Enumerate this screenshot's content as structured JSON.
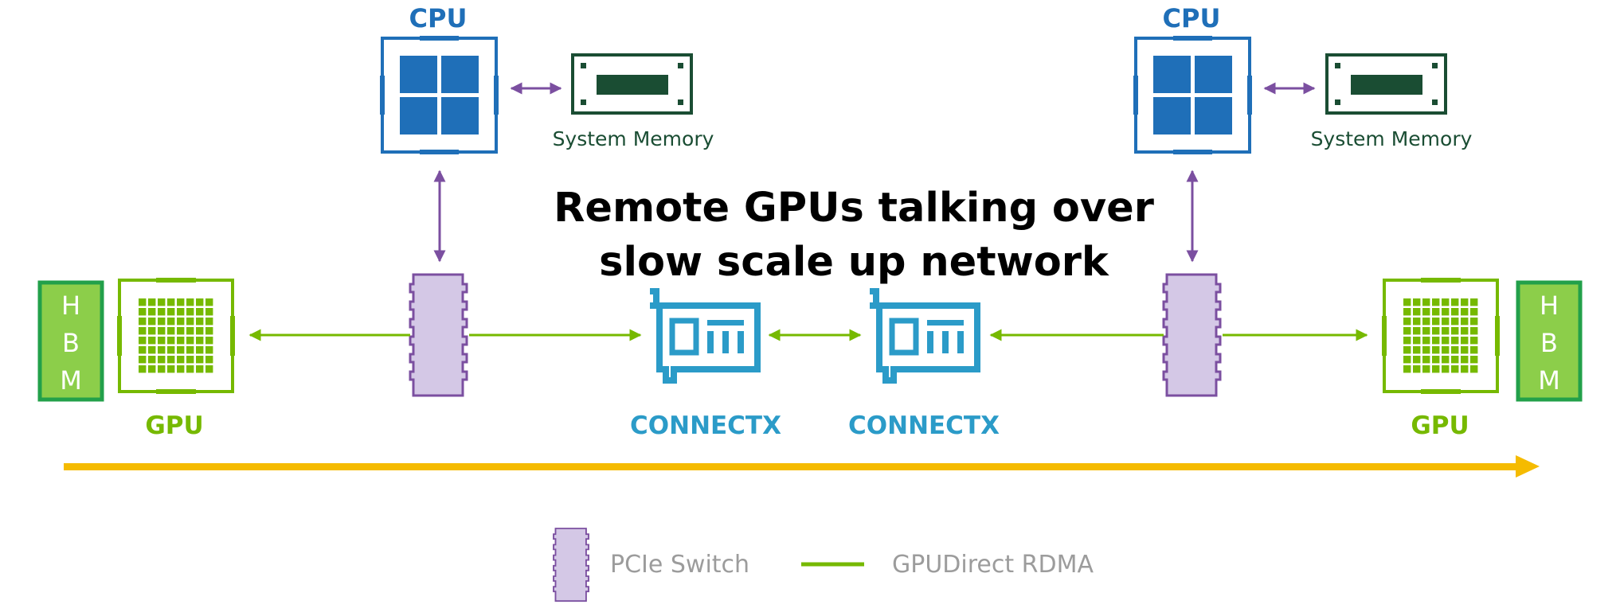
{
  "title": {
    "line1": "Remote GPUs talking over",
    "line2": "slow scale up network"
  },
  "nodes": {
    "left": {
      "cpu_label": "CPU",
      "memory_label": "System Memory",
      "gpu_label": "GPU",
      "hbm_letters": [
        "H",
        "B",
        "M"
      ],
      "nic_label": "CONNECTX"
    },
    "right": {
      "cpu_label": "CPU",
      "memory_label": "System Memory",
      "gpu_label": "GPU",
      "hbm_letters": [
        "H",
        "B",
        "M"
      ],
      "nic_label": "CONNECTX"
    }
  },
  "legend": {
    "pcie_switch": "PCIe Switch",
    "gpudirect_rdma": "GPUDirect RDMA"
  },
  "colors": {
    "cpu_blue": "#1f6fb8",
    "memory_green": "#1a4d33",
    "gpu_green": "#76b900",
    "hbm_fill": "#8cce4a",
    "hbm_border": "#22a04a",
    "switch_fill": "#d4c8e6",
    "switch_border": "#7b4fa0",
    "nic_blue": "#2b9bc8",
    "arrow_purple": "#7b4fa0",
    "rdma_green": "#76b900",
    "flow_yellow": "#f5bb00"
  },
  "icons": [
    "cpu-icon",
    "memory-icon",
    "gpu-icon",
    "hbm-icon",
    "pcie-switch-icon",
    "connectx-nic-icon",
    "flow-arrow"
  ]
}
